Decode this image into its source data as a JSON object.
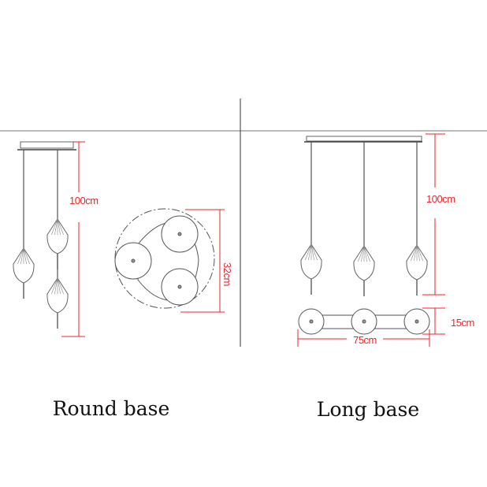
{
  "round_base": {
    "caption": "Round base",
    "height_label": "100cm",
    "diameter_label": "32cm"
  },
  "long_base": {
    "caption": "Long base",
    "height_label": "100cm",
    "depth_label": "15cm",
    "width_label": "75cm"
  },
  "colors": {
    "line": "#555555",
    "dimension": "#e8262b"
  }
}
